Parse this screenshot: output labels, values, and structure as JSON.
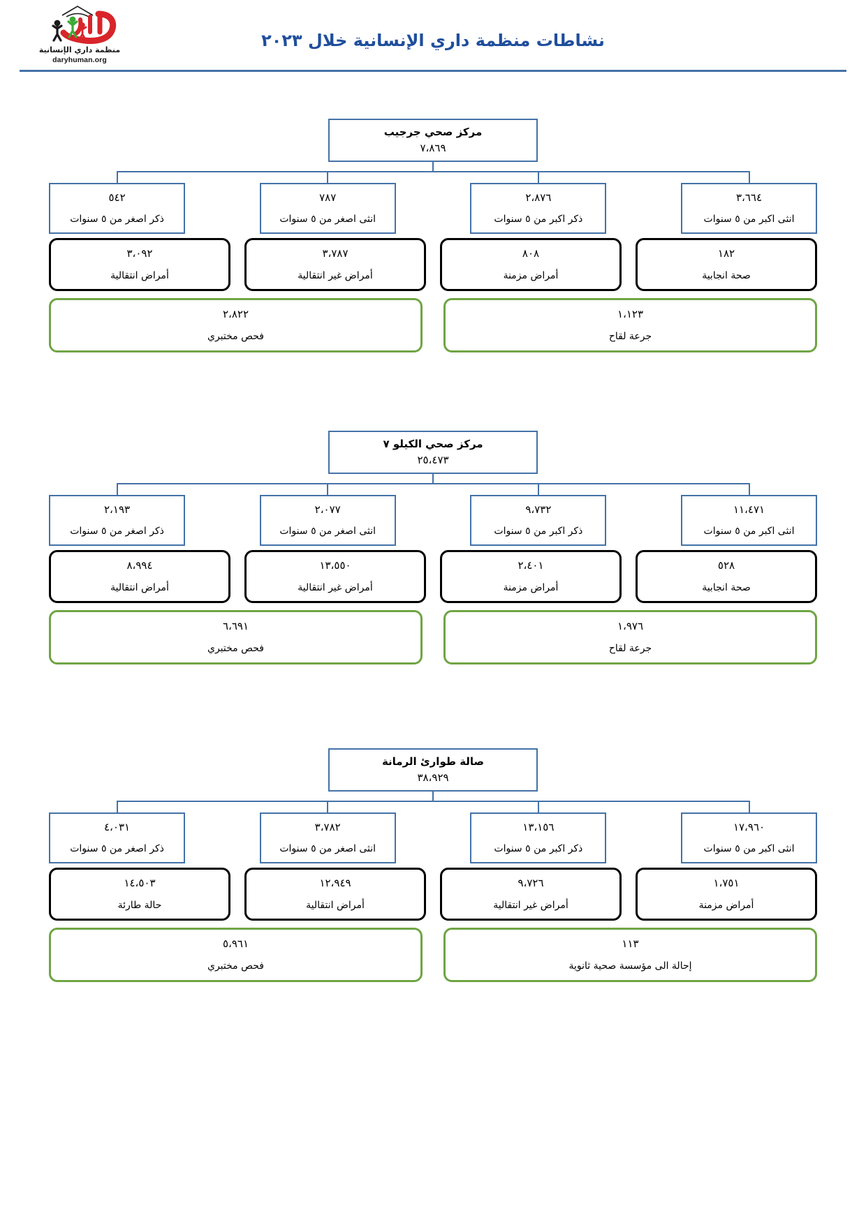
{
  "header": {
    "title": "نشاطات منظمة داري الإنسانية خلال ٢٠٢٣",
    "logo_name": "داري",
    "logo_subtitle": "منظمة داري الإنسانية",
    "logo_url": "daryhuman.org",
    "brand_blue": "#1F4E9C",
    "rule_color": "#4472A8",
    "logo_red": "#D8252B",
    "logo_green": "#3BA935",
    "logo_black": "#1A1A1A"
  },
  "colors": {
    "tree_border": "#4472A8",
    "black_border": "#000000",
    "green_border": "#6FA544"
  },
  "age_labels": {
    "female_over5": "انثى اكبر من ٥ سنوات",
    "male_over5": "ذكر اكبر من ٥ سنوات",
    "female_under5": "انثى اصغر من ٥ سنوات",
    "male_under5": "ذكر اصغر من ٥ سنوات"
  },
  "sections": [
    {
      "id": "jarjib-health-center",
      "root": {
        "title": "مركز صحي جرجيب",
        "value": "٧،٨٦٩"
      },
      "children": [
        {
          "value": "٣،٦٦٤",
          "label": "انثى اكبر من ٥ سنوات"
        },
        {
          "value": "٢،٨٧٦",
          "label": "ذكر اكبر من ٥ سنوات"
        },
        {
          "value": "٧٨٧",
          "label": "انثى اصغر من ٥ سنوات"
        },
        {
          "value": "٥٤٢",
          "label": "ذكر اصغر من ٥ سنوات"
        }
      ],
      "black_boxes": [
        {
          "value": "١٨٢",
          "label": "صحة انجابية"
        },
        {
          "value": "٨٠٨",
          "label": "أمراض مزمنة"
        },
        {
          "value": "٣،٧٨٧",
          "label": "أمراض غير انتقالية"
        },
        {
          "value": "٣،٠٩٢",
          "label": "أمراض انتقالية"
        }
      ],
      "green_boxes": [
        {
          "value": "١،١٢٣",
          "label": "جرعة لقاح"
        },
        {
          "value": "٢،٨٢٢",
          "label": "فحص مختبري"
        }
      ]
    },
    {
      "id": "kilo-7-health-center",
      "root": {
        "title": "مركز صحي الكيلو ٧",
        "value": "٢٥،٤٧٣"
      },
      "children": [
        {
          "value": "١١،٤٧١",
          "label": "انثى اكبر من ٥ سنوات"
        },
        {
          "value": "٩،٧٣٢",
          "label": "ذكر اكبر من ٥ سنوات"
        },
        {
          "value": "٢،٠٧٧",
          "label": "انثى اصغر من ٥ سنوات"
        },
        {
          "value": "٢،١٩٣",
          "label": "ذكر اصغر من ٥ سنوات"
        }
      ],
      "black_boxes": [
        {
          "value": "٥٢٨",
          "label": "صحة انجابية"
        },
        {
          "value": "٢،٤٠١",
          "label": "أمراض مزمنة"
        },
        {
          "value": "١٣،٥٥٠",
          "label": "أمراض غير انتقالية"
        },
        {
          "value": "٨،٩٩٤",
          "label": "أمراض انتقالية"
        }
      ],
      "green_boxes": [
        {
          "value": "١،٩٧٦",
          "label": "جرعة لقاح"
        },
        {
          "value": "٦،٦٩١",
          "label": "فحص مختبري"
        }
      ]
    },
    {
      "id": "rumana-emergency-hall",
      "root": {
        "title": "صالة طوارئ الرمانة",
        "value": "٣٨،٩٢٩"
      },
      "children": [
        {
          "value": "١٧،٩٦٠",
          "label": "انثى اكبر من ٥ سنوات"
        },
        {
          "value": "١٣،١٥٦",
          "label": "ذكر اكبر من ٥ سنوات"
        },
        {
          "value": "٣،٧٨٢",
          "label": "انثى اصغر من ٥ سنوات"
        },
        {
          "value": "٤،٠٣١",
          "label": "ذكر اصغر من ٥ سنوات"
        }
      ],
      "black_boxes": [
        {
          "value": "١،٧٥١",
          "label": "أمراض مزمنة"
        },
        {
          "value": "٩،٧٢٦",
          "label": "أمراض غير انتقالية"
        },
        {
          "value": "١٢،٩٤٩",
          "label": "أمراض انتقالية"
        },
        {
          "value": "١٤،٥٠٣",
          "label": "حالة طارئة"
        }
      ],
      "green_boxes": [
        {
          "value": "١١٣",
          "label": "إحالة الى مؤسسة صحية ثانوية"
        },
        {
          "value": "٥،٩٦١",
          "label": "فحص مختبري"
        }
      ]
    }
  ]
}
